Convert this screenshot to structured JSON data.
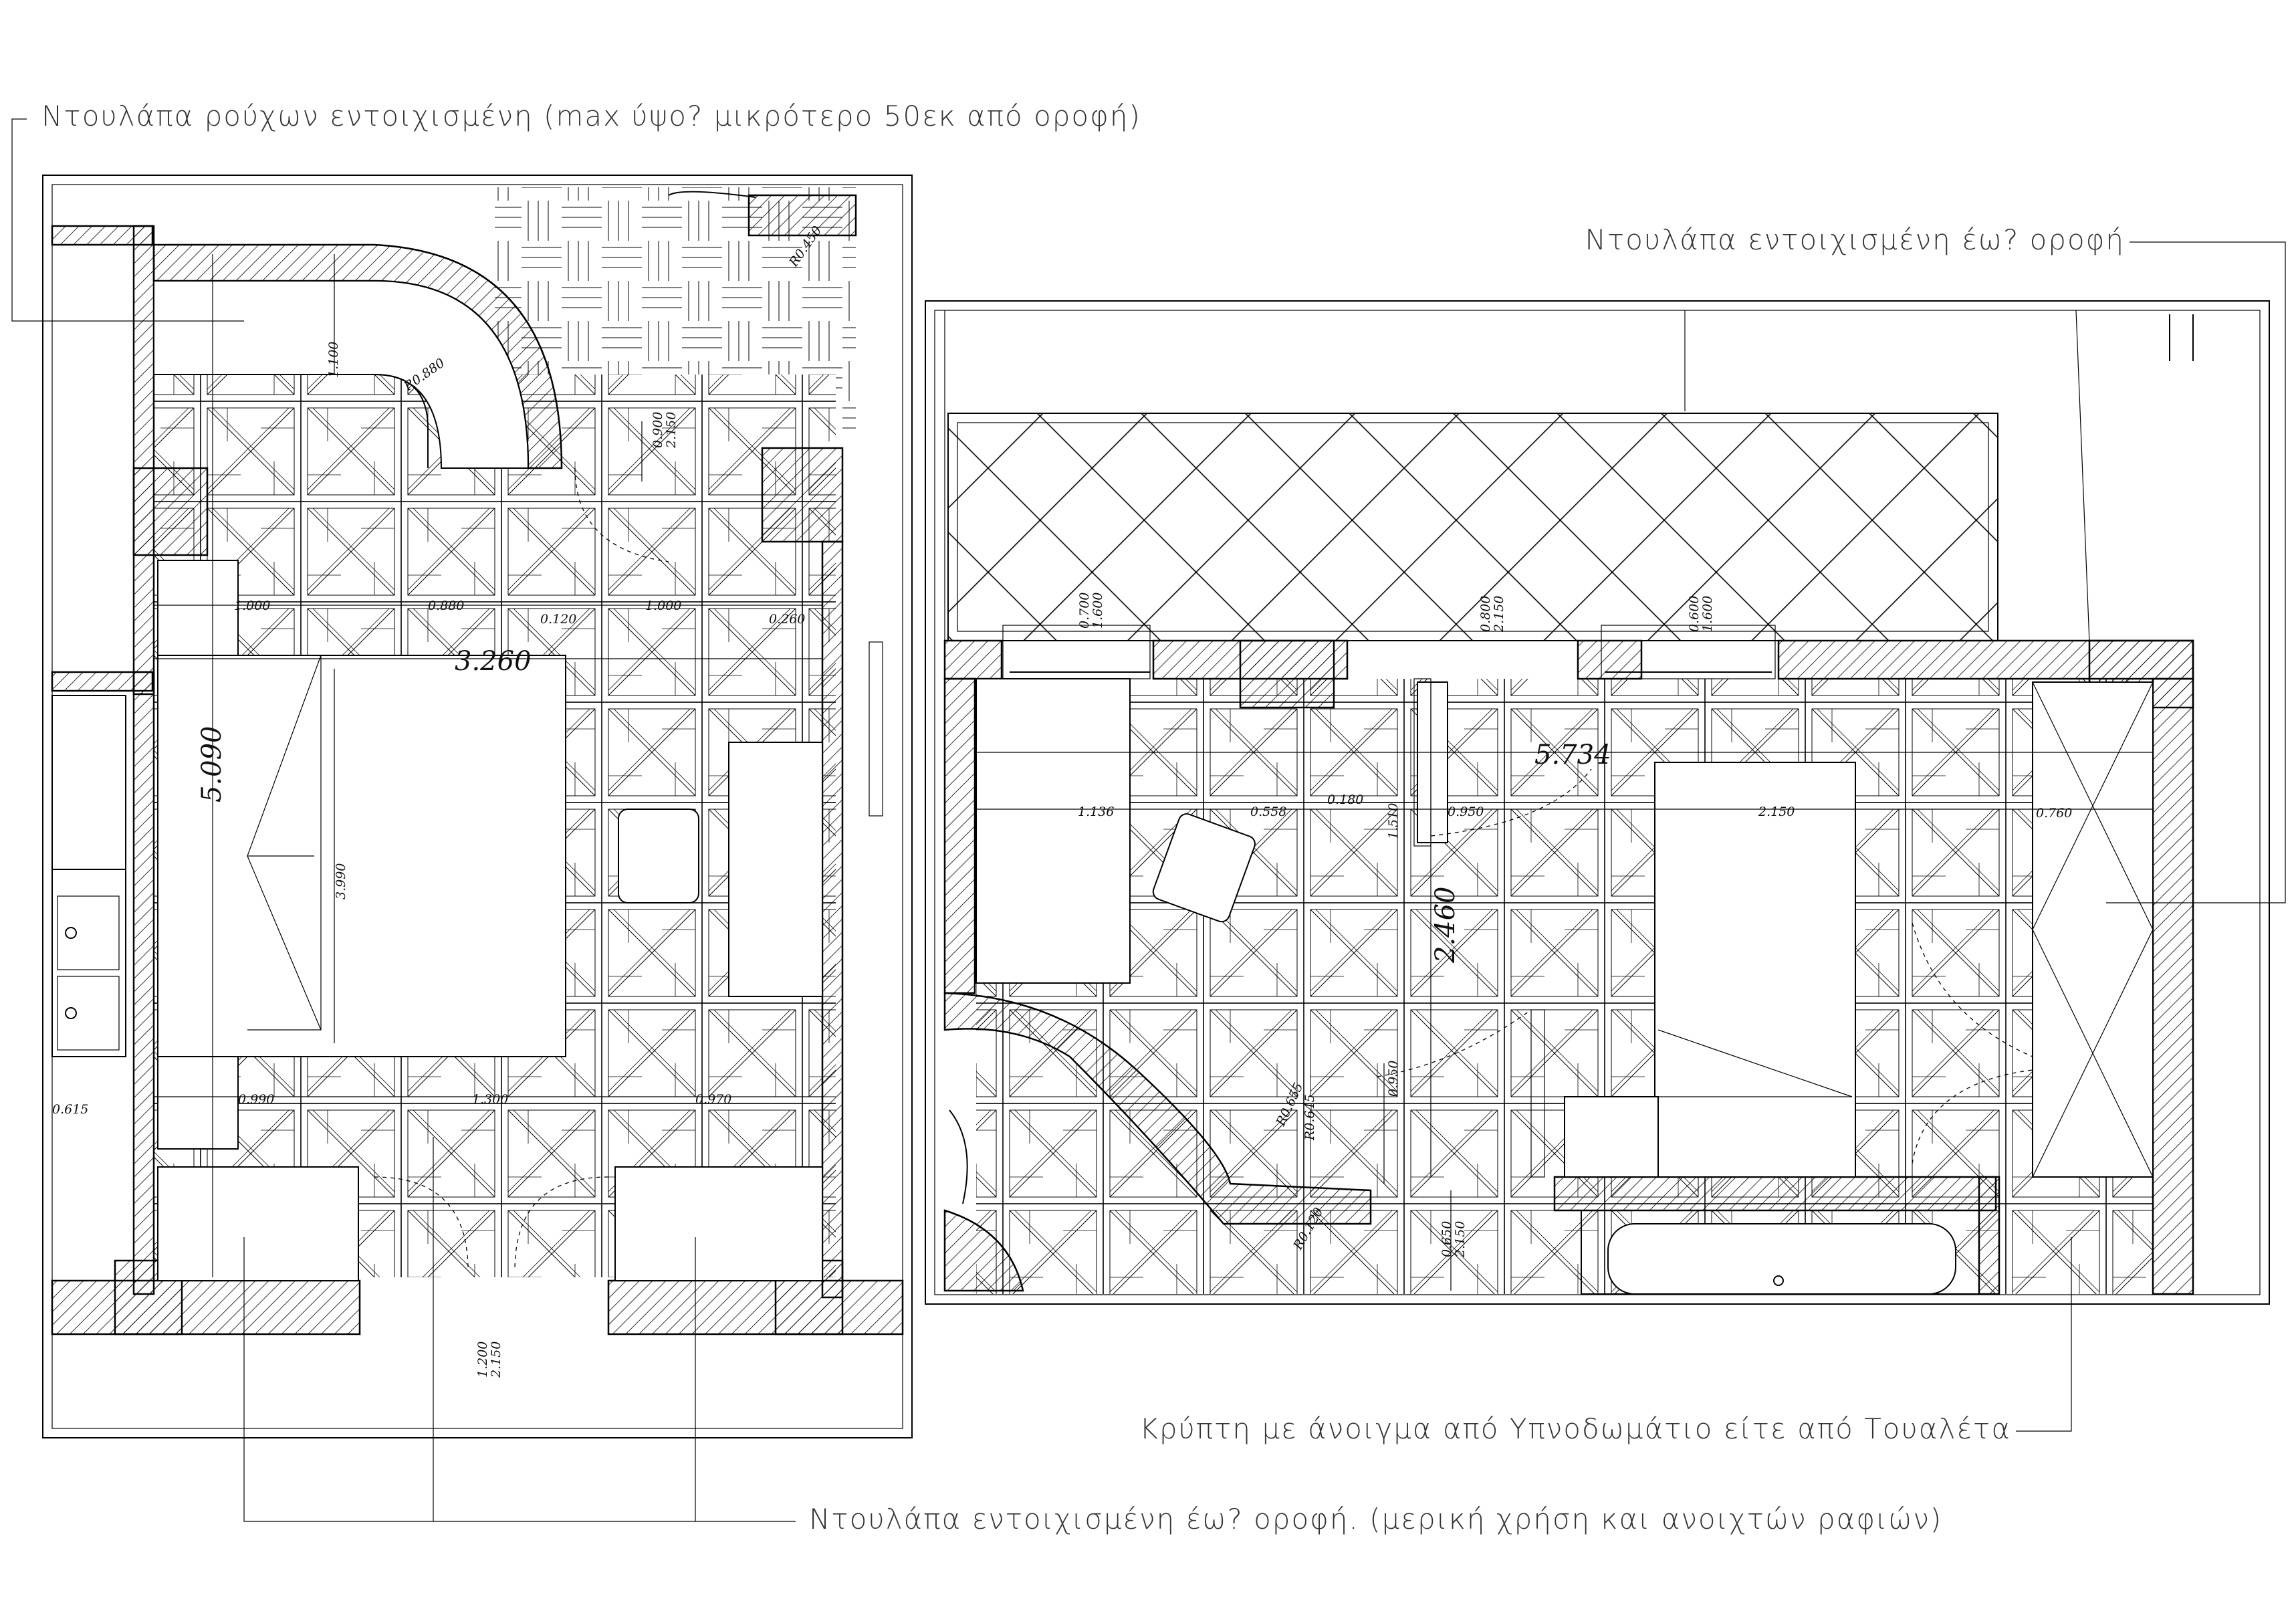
{
  "notes": {
    "wardrobe_left": "Ντουλάπα ρούχων εντοιχισμένη (max ύψο? μικρότερο 50εκ από οροφή)",
    "wardrobe_right": "Ντουλάπα εντοιχισμένη έω? οροφή",
    "hidden": "Κρύπτη με άνοιγμα από Υπνοδωμάτιο είτε από Τουαλέτα",
    "wardrobe_bottom": "Ντουλάπα εντοιχισμένη έω? οροφή. (μερική χρήση και ανοιχτών ραφιών)"
  },
  "left_room": {
    "width_total": "3.260",
    "height_total": "5.090",
    "bed_length": "3.990",
    "wardrobe_depth": "1.100",
    "radius_1": "R0.880",
    "radius_2": "R0.450",
    "door_top_1": "0.900",
    "door_top_2": "2.150",
    "row_top": [
      "1.000",
      "0.880",
      "0.120",
      "1.000",
      "0.260"
    ],
    "row_bottom": [
      "0.990",
      "1.300",
      "0.970"
    ],
    "side_left": "0.615",
    "door_bottom_1": "1.200",
    "door_bottom_2": "2.150"
  },
  "right_room": {
    "width_total": "5.734",
    "height_mid": "2.460",
    "row": [
      "1.136",
      "0.558",
      "0.180",
      "0.950",
      "2.150",
      "0.760"
    ],
    "win1_a": "0.700",
    "win1_b": "1.600",
    "door_a": "0.800",
    "door_b": "2.150",
    "win2_a": "0.600",
    "win2_b": "1.600",
    "small_1": "1.510",
    "small_2": "0.950",
    "radius_a": "R0.655",
    "radius_b": "R0.645",
    "radius_c": "R0.120",
    "door_bottom_1": "0.650",
    "door_bottom_2": "2.150"
  }
}
